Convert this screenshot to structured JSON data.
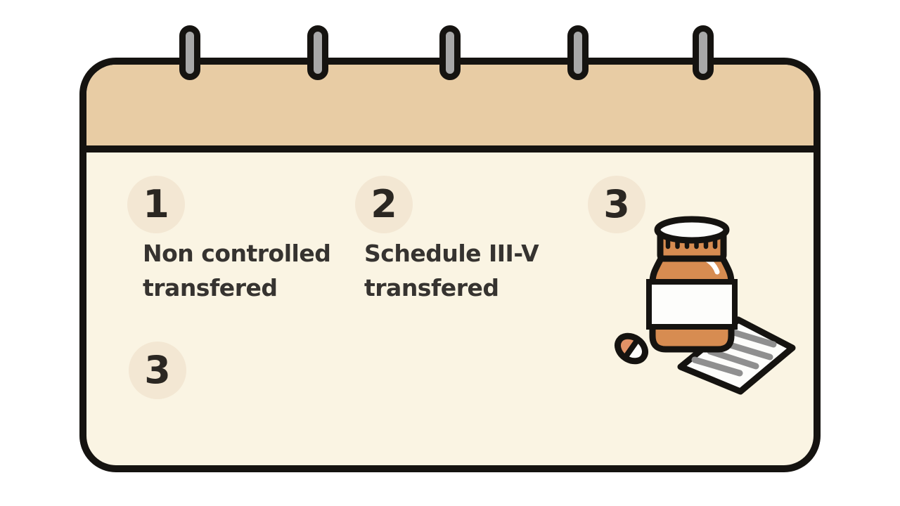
{
  "figure": {
    "type": "infographic-calendar-card",
    "description_visible_text_only": true
  },
  "steps": [
    {
      "number": "1",
      "label": "Non controlled\ntransfered"
    },
    {
      "number": "2",
      "label": "Schedule III-V\ntransfered"
    },
    {
      "number": "3",
      "label": ""
    },
    {
      "number": "3",
      "label": ""
    }
  ],
  "icons": {
    "binder_ring": "gray rounded spiral-binding ring (x5 on top edge)",
    "pill_bottle": "orange medicine bottle, ridged cap, white label band",
    "pill": "two-tone capsule pill, orange and white halves",
    "prescription_paper": "tilted white note sheet with 4 gray text lines"
  },
  "colors": {
    "page_bg": "#ffffff",
    "header_tan": "#e8cca4",
    "body_cream": "#faf4e3",
    "outline_black": "#151310",
    "ring_gray": "#a8a8a8",
    "circle_beige": "#f3e7d3",
    "text_dark": "#363330",
    "number_dark": "#2b2722",
    "bottle_orange": "#d78c51",
    "pill_orange": "#e29266",
    "paper_white": "#fdfdfb",
    "line_gray": "#8f8f8f"
  }
}
